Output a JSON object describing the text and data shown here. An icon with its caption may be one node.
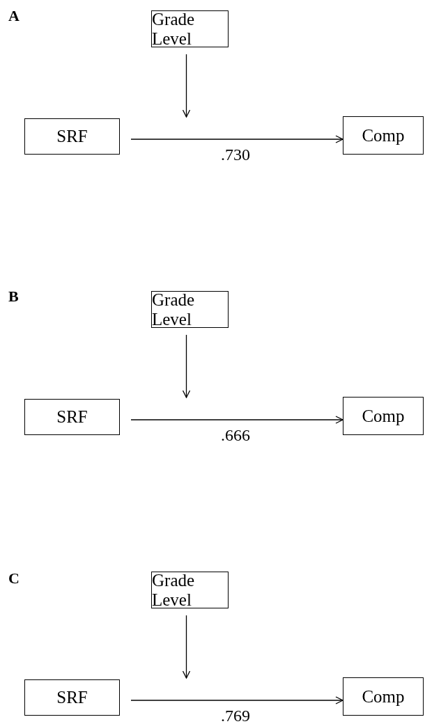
{
  "diagram": {
    "nodes": [
      {
        "text": [
          "Grade Level"
        ]
      },
      {
        "text": [
          "SRF"
        ]
      },
      {
        "text": [
          "Comp"
        ]
      },
      {
        "text": [
          "Grade Level"
        ]
      },
      {
        "text": [
          "SRF"
        ]
      },
      {
        "text": [
          "Comp"
        ]
      },
      {
        "text": [
          "Grade Level"
        ]
      },
      {
        "text": [
          "SRF"
        ]
      },
      {
        "text": [
          "Comp"
        ]
      }
    ],
    "edges": [
      {
        "from": 1,
        "to": 2,
        "arrow": "to",
        "label": ".730"
      },
      {
        "from": 0,
        "to": null,
        "arrow": "to"
      },
      {
        "from": 4,
        "to": 5,
        "arrow": "to",
        "label": ".666"
      },
      {
        "from": 3,
        "to": null,
        "arrow": "to"
      },
      {
        "from": 7,
        "to": 8,
        "arrow": "to",
        "label": ".769"
      },
      {
        "from": 6,
        "to": null,
        "arrow": "to"
      }
    ],
    "labels": [
      "A",
      "B",
      "C"
    ]
  }
}
